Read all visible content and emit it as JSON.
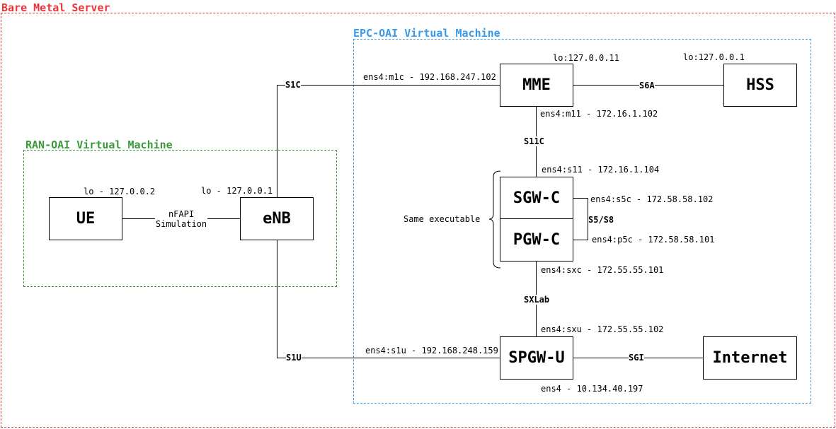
{
  "regions": {
    "bare_metal": {
      "title": "Bare Metal Server",
      "color": "#e8363b"
    },
    "epc_vm": {
      "title": "EPC-OAI Virtual Machine",
      "color": "#3a9ae8"
    },
    "ran_vm": {
      "title": "RAN-OAI Virtual Machine",
      "color": "#3a9a3a"
    }
  },
  "nodes": {
    "ue": "UE",
    "enb": "eNB",
    "mme": "MME",
    "hss": "HSS",
    "sgwc": "SGW-C",
    "pgwc": "PGW-C",
    "spgwu": "SPGW-U",
    "internet": "Internet"
  },
  "interfaces": {
    "ue_lo": "lo - 127.0.0.2",
    "enb_lo": "lo - 127.0.0.1",
    "mme_lo": "lo:127.0.0.11",
    "hss_lo": "lo:127.0.0.1",
    "mme_m1c": "ens4:m1c - 192.168.247.102",
    "mme_m11": "ens4:m11 - 172.16.1.102",
    "sgwc_s11": "ens4:s11 - 172.16.1.104",
    "sgwc_s5c": "ens4:s5c - 172.58.58.102",
    "pgwc_p5c": "ens4:p5c - 172.58.58.101",
    "pgwc_sxc": "ens4:sxc - 172.55.55.101",
    "spgwu_sxu": "ens4:sxu - 172.55.55.102",
    "spgwu_s1u": "ens4:s1u - 192.168.248.159",
    "spgwu_ens4": "ens4 - 10.134.40.197"
  },
  "links": {
    "s1c": "S1C",
    "s1u": "S1U",
    "s6a": "S6A",
    "s11c": "S11C",
    "s5s8": "S5/S8",
    "sxlab": "SXLab",
    "sgi": "SGI",
    "nfapi_line1": "nFAPI",
    "nfapi_line2": "Simulation"
  },
  "annotations": {
    "same_executable": "Same executable"
  }
}
